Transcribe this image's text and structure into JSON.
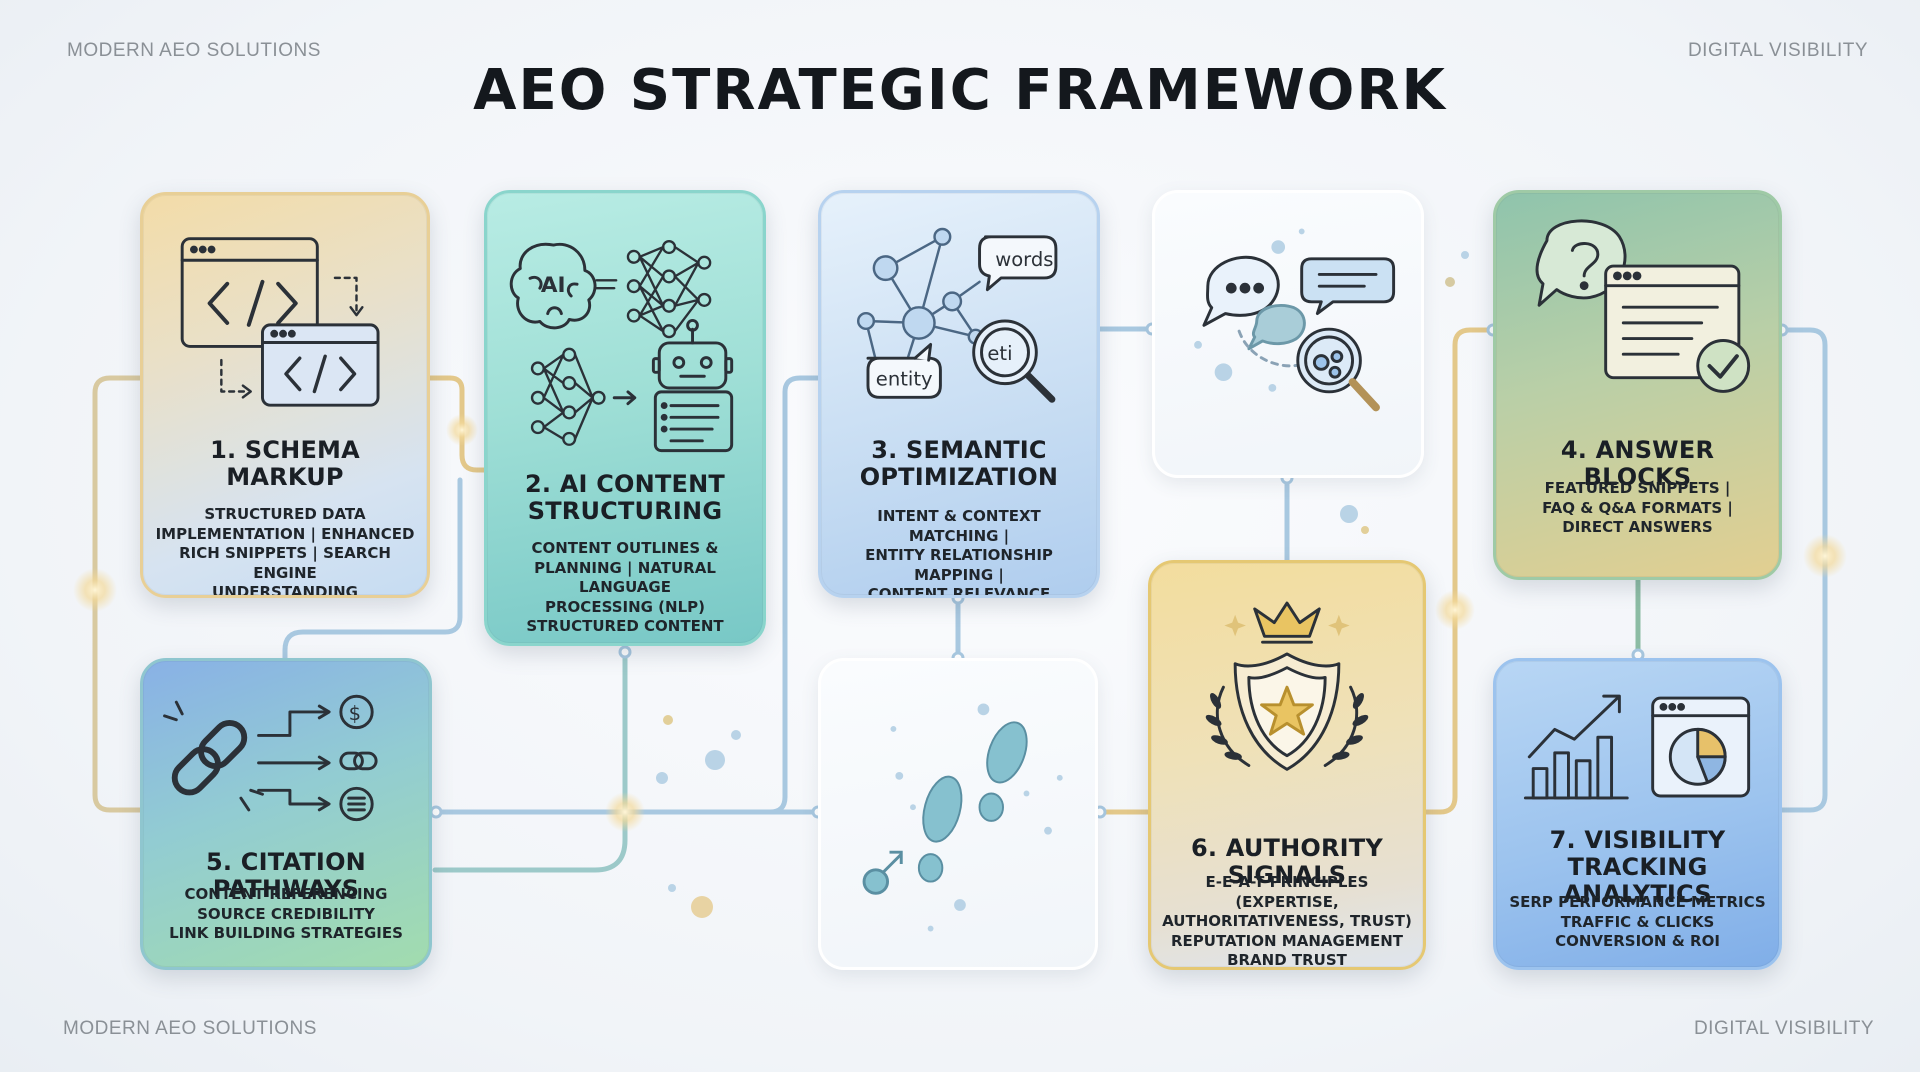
{
  "header": {
    "title": "AEO STRATEGIC FRAMEWORK",
    "top_left": "MODERN AEO SOLUTIONS",
    "top_right": "DIGITAL VISIBILITY",
    "bottom_left": "MODERN AEO SOLUTIONS",
    "bottom_right": "DIGITAL VISIBILITY"
  },
  "cards": {
    "schema": {
      "title": "1. SCHEMA\nMARKUP",
      "description": "STRUCTURED DATA\nIMPLEMENTATION | ENHANCED\nRICH SNIPPETS | SEARCH ENGINE\nUNDERSTANDING",
      "icon": "code-windows-icon"
    },
    "ai_content": {
      "title": "2. AI CONTENT\nSTRUCTURING",
      "description": "CONTENT OUTLINES &\nPLANNING | NATURAL LANGUAGE\nPROCESSING (NLP)\nSTRUCTURED CONTENT",
      "icon": "ai-brain-robot-icon",
      "icon_label": "AI"
    },
    "semantic": {
      "title": "3. SEMANTIC\nOPTIMIZATION",
      "description": "INTENT & CONTEXT MATCHING |\nENTITY RELATIONSHIP MAPPING |\nCONTENT RELEVANCE",
      "icon": "entity-graph-icon",
      "bubble_words": "words",
      "bubble_entity": "entity",
      "lens_label": "eti"
    },
    "conversation": {
      "icon": "chat-search-icon"
    },
    "answer": {
      "title": "4. ANSWER BLOCKS",
      "description": "FEATURED SNIPPETS |\nFAQ & Q&A FORMATS |\nDIRECT ANSWERS",
      "icon": "question-window-check-icon"
    },
    "citation": {
      "title": "5. CITATION PATHWAYS",
      "description": "CONTENT REFERENCING\nSOURCE CREDIBILITY\nLINK BUILDING STRATEGIES",
      "icon": "link-pathways-icon"
    },
    "journey": {
      "icon": "footsteps-icon"
    },
    "authority": {
      "title": "6. AUTHORITY SIGNALS",
      "description": "E-E-A-T PRINCIPLES (EXPERTISE,\nAUTHORITATIVENESS, TRUST)\nREPUTATION MANAGEMENT\nBRAND TRUST",
      "icon": "crown-shield-icon"
    },
    "tracking": {
      "title": "7. VISIBILITY TRACKING\nANALYTICS",
      "description": "SERP PERFORMANCE METRICS\nTRAFFIC & CLICKS\nCONVERSION & ROI",
      "icon": "analytics-chart-icon"
    }
  },
  "colors": {
    "title": "#14181d",
    "wire_gold": "#e3c88a",
    "wire_blue": "#a8c8e0",
    "wire_teal": "#9cc9c9",
    "icon_stroke": "#2b3138"
  }
}
